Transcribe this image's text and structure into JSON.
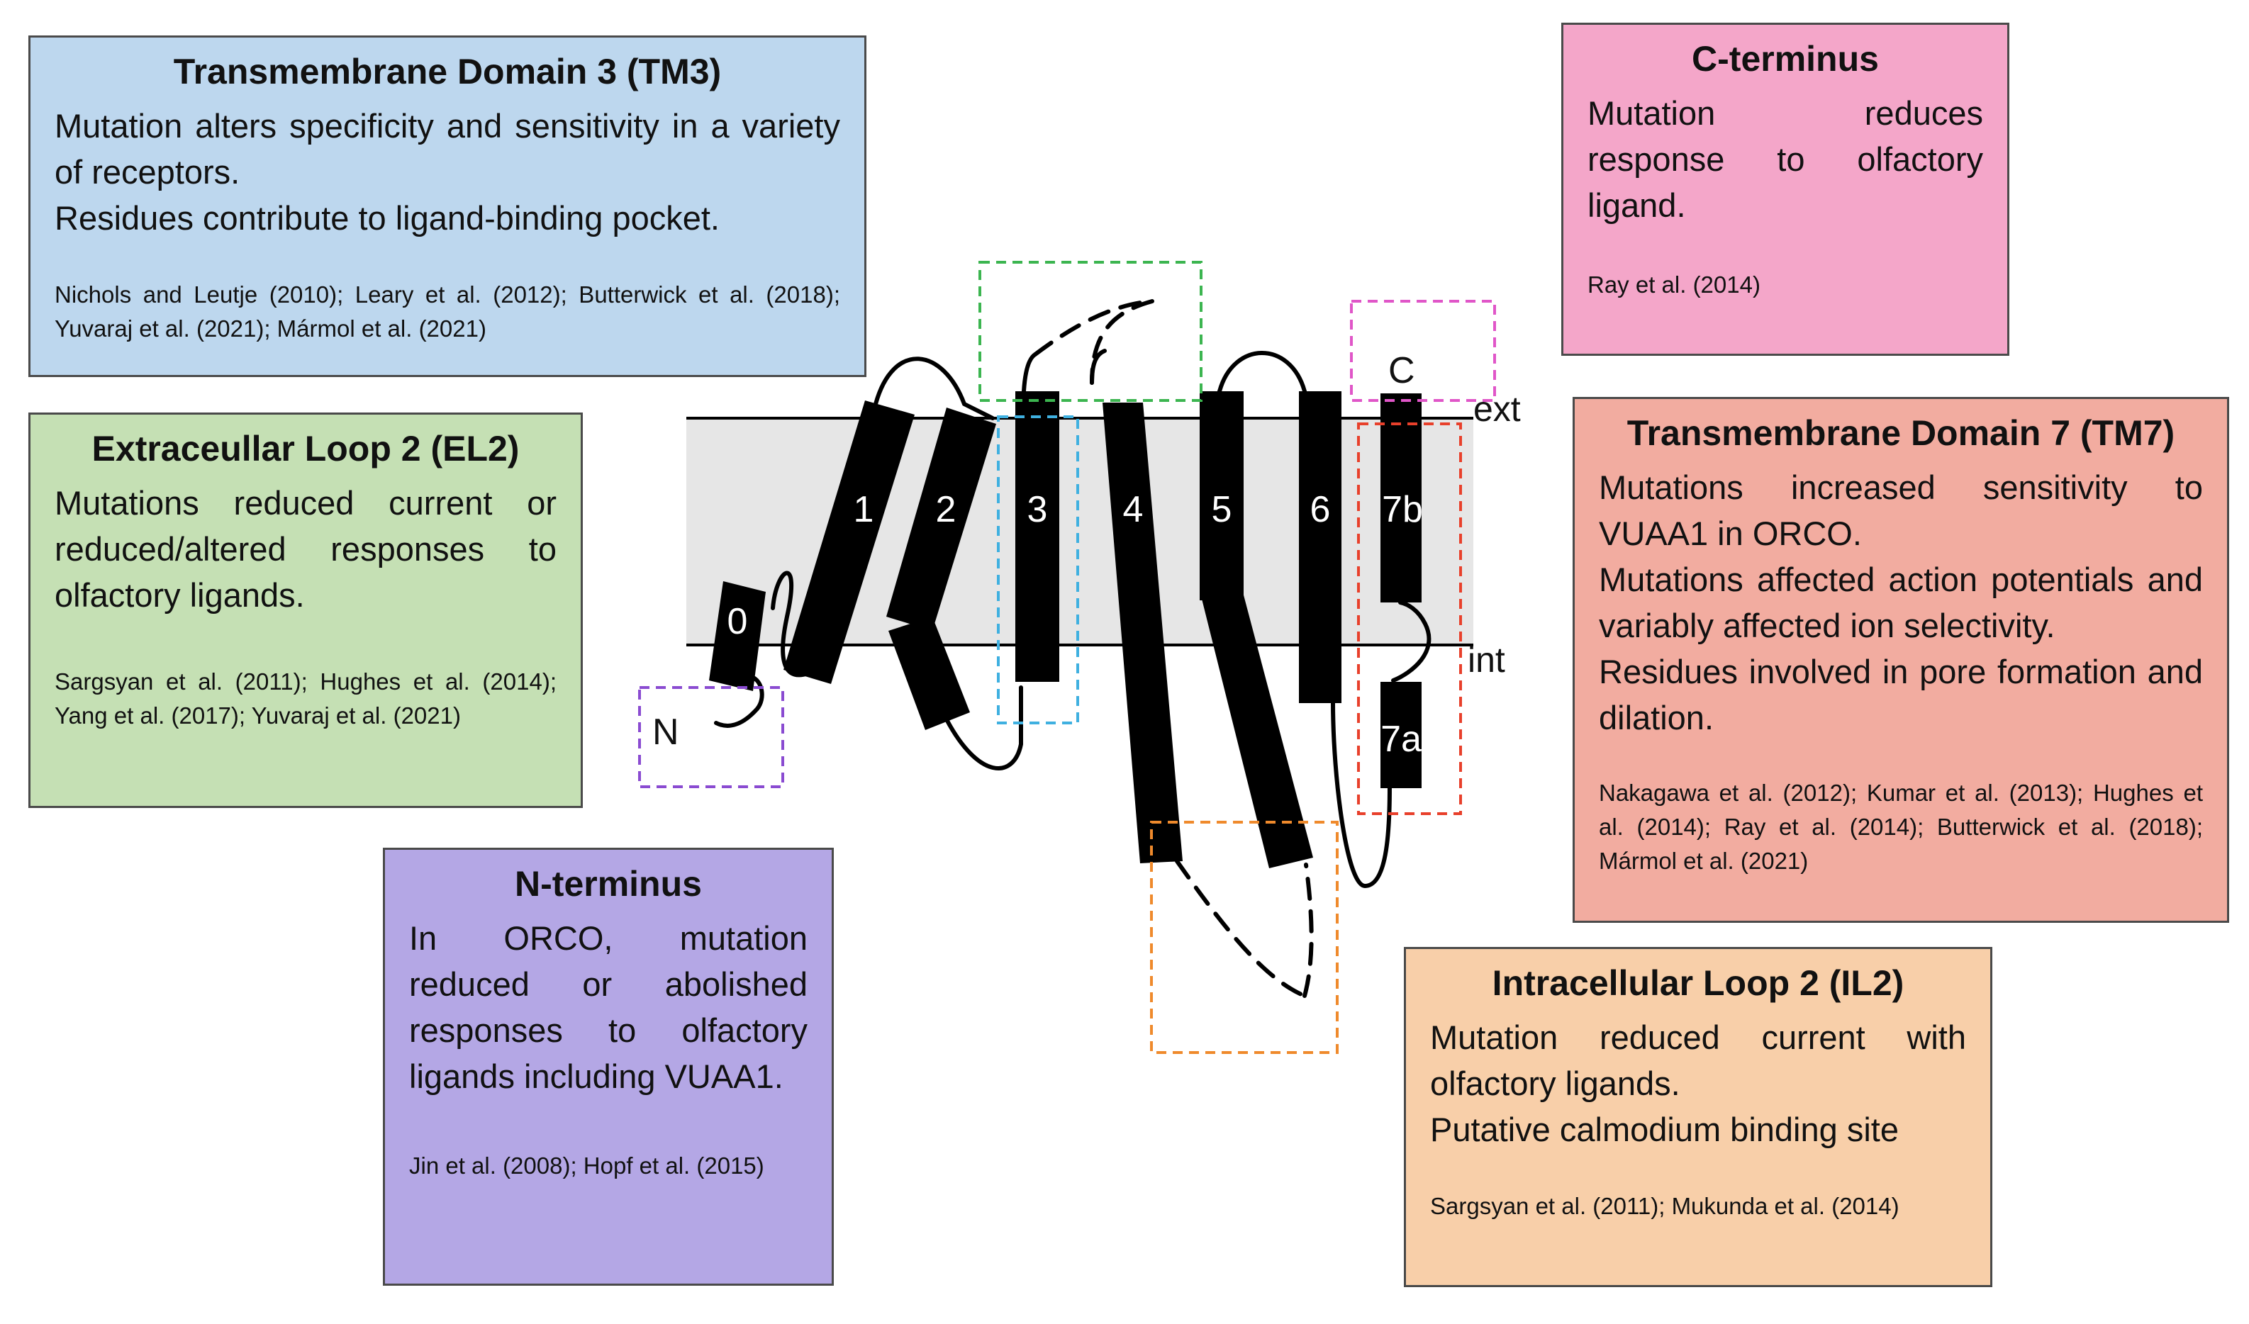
{
  "diagram": {
    "labels": {
      "ext": "ext",
      "int": "int",
      "n_term": "N",
      "c_term": "C",
      "helices": [
        "0",
        "1",
        "2",
        "3",
        "4",
        "5",
        "6",
        "7b",
        "7a"
      ]
    },
    "boxes": {
      "tm3": {
        "title": "Transmembrane Domain 3 (TM3)",
        "lines": [
          "Mutation alters specificity and sensitivity in a variety of receptors.",
          "Residues contribute to ligand-binding pocket."
        ],
        "refs": "Nichols and Leutje (2010); Leary et al. (2012); Butterwick et al. (2018); Yuvaraj et al. (2021); Mármol et al. (2021)",
        "color": "#bdd7ee"
      },
      "el2": {
        "title": "Extraceullar Loop 2 (EL2)",
        "lines": [
          "Mutations reduced current or reduced/altered responses to olfactory ligands."
        ],
        "refs": "Sargsyan et al. (2011); Hughes et al. (2014); Yang et al. (2017); Yuvaraj et al. (2021)",
        "color": "#c5e0b4"
      },
      "nterm": {
        "title": "N-terminus",
        "lines": [
          "In ORCO, mutation reduced or abolished responses to olfactory ligands including VUAA1."
        ],
        "refs": "Jin et al. (2008); Hopf et al. (2015)",
        "color": "#b4a7e5"
      },
      "cterm": {
        "title": "C-terminus",
        "lines": [
          "Mutation reduces response to olfactory ligand."
        ],
        "refs": "Ray et al. (2014)",
        "color": "#f4a6c9"
      },
      "tm7": {
        "title": "Transmembrane Domain 7 (TM7)",
        "lines": [
          "Mutations increased sensitivity to VUAA1 in ORCO.",
          "Mutations affected action potentials and variably affected ion selectivity.",
          "Residues involved in pore formation and dilation."
        ],
        "refs": "Nakagawa et al. (2012); Kumar et al. (2013); Hughes et al. (2014); Ray et al. (2014); Butterwick et al. (2018); Mármol et al. (2021)",
        "color": "#f2aca0"
      },
      "il2": {
        "title": "Intracellular Loop 2 (IL2)",
        "lines": [
          "Mutation reduced current with olfactory ligands.",
          "Putative calmodium binding site"
        ],
        "refs": "Sargsyan et al. (2011); Mukunda et al. (2014)",
        "color": "#f8cfa9"
      }
    },
    "highlight_colors": {
      "tm3": "#3fb0e0",
      "el2": "#3cb550",
      "nterm": "#8a4bd1",
      "cterm": "#e056c8",
      "tm7": "#e8402b",
      "il2": "#ef8a2c"
    }
  }
}
